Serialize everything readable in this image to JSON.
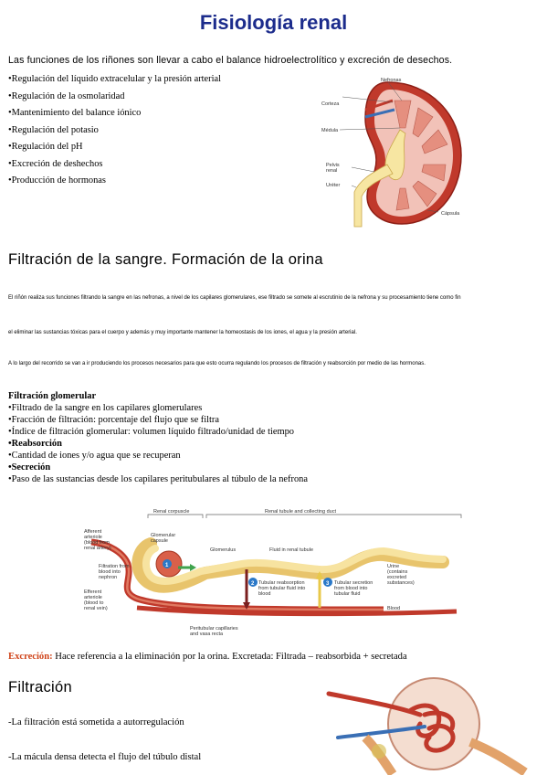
{
  "title": "Fisiología renal",
  "intro": "Las funciones de los riñones son llevar a cabo el balance hidroelectrolítico y excreción de desechos.",
  "functions": [
    "•Regulación del líquido extracelular y la presión arterial",
    "•Regulación de la osmolaridad",
    "•Mantenimiento del balance iónico",
    "•Regulación del potasio",
    "•Regulación del pH",
    "•Excreción de deshechos",
    "•Producción de hormonas"
  ],
  "kidney_labels": {
    "nefronas": "Nefronas",
    "corteza": "Corteza",
    "medula": "Médula",
    "pelvis_1": "Pelvis",
    "pelvis_2": "renal",
    "ureter": "Uréter",
    "capsula": "Cápsula"
  },
  "section2_title": "Filtración de la sangre. Formación de la orina",
  "para1": "El riñón realiza sus funciones filtrando la sangre en las nefronas, a nivel de los capilares glomerulares, ese filtrado se somete al escrutinio de la nefrona y su procesamiento tiene como fin",
  "para2": "el eliminar las sustancias tóxicas para el cuerpo y además y muy importante mantener la homeostasis de los iones, el agua y la presión arterial.",
  "para3": "A lo largo del recorrido se van a ir produciendo los procesos necesarios para que esto ocurra regulando los procesos de filtración y reabsorción por medio de las hormonas.",
  "process_list": [
    {
      "text": "Filtración glomerular",
      "bold": true
    },
    {
      "text": "•Filtrado de la sangre en los capilares glomerulares",
      "bold": false
    },
    {
      "text": "•Fracción de filtración: porcentaje del flujo que se filtra",
      "bold": false
    },
    {
      "text": "•Índice de filtración glomerular: volumen líquido filtrado/unidad de tiempo",
      "bold": false
    },
    {
      "text": "•Reabsorción",
      "bold": true
    },
    {
      "text": "•Cantidad de iones y/o agua que se recuperan",
      "bold": false
    },
    {
      "text": "•Secreción",
      "bold": true
    },
    {
      "text": "•Paso de las sustancias desde los capilares peritubulares al túbulo de la nefrona",
      "bold": false
    }
  ],
  "nephron_diagram": {
    "renal_corpuscle": "Renal corpuscle",
    "renal_tubule": "Renal tubule and collecting duct",
    "afferent": [
      "Afferent",
      "arteriole",
      "(blood from",
      "renal artery)"
    ],
    "glomerular_capsule": [
      "Glomerular",
      "capsule"
    ],
    "glomerulus": "Glomerulus",
    "fluid": "Fluid in renal tubule",
    "filtration": [
      "Filtration from",
      "blood into",
      "nephron"
    ],
    "efferent": [
      "Efferent",
      "arteriole",
      "(blood to",
      "renal vein)"
    ],
    "reabsorption": [
      "Tubular reabsorption",
      "from tubular fluid into",
      "blood"
    ],
    "secretion": [
      "Tubular secretion",
      "from blood into",
      "tubular fluid"
    ],
    "urine": [
      "Urine",
      "(contains",
      "excreted",
      "substances)"
    ],
    "blood": "Blood",
    "peritubular": [
      "Peritubular capillaries",
      "and vasa recta"
    ],
    "num1": "1",
    "num2": "2",
    "num3": "3"
  },
  "excrecion_label": "Excreción:",
  "excrecion_text": " Hace referencia a la eliminación por la orina. Excretada: Filtrada – reabsorbida + secretada",
  "filtracion_title": "Filtración",
  "filtracion_lines": [
    "-La filtración está sometida a autorregulación",
    "-La mácula densa detecta el flujo del túbulo distal"
  ]
}
